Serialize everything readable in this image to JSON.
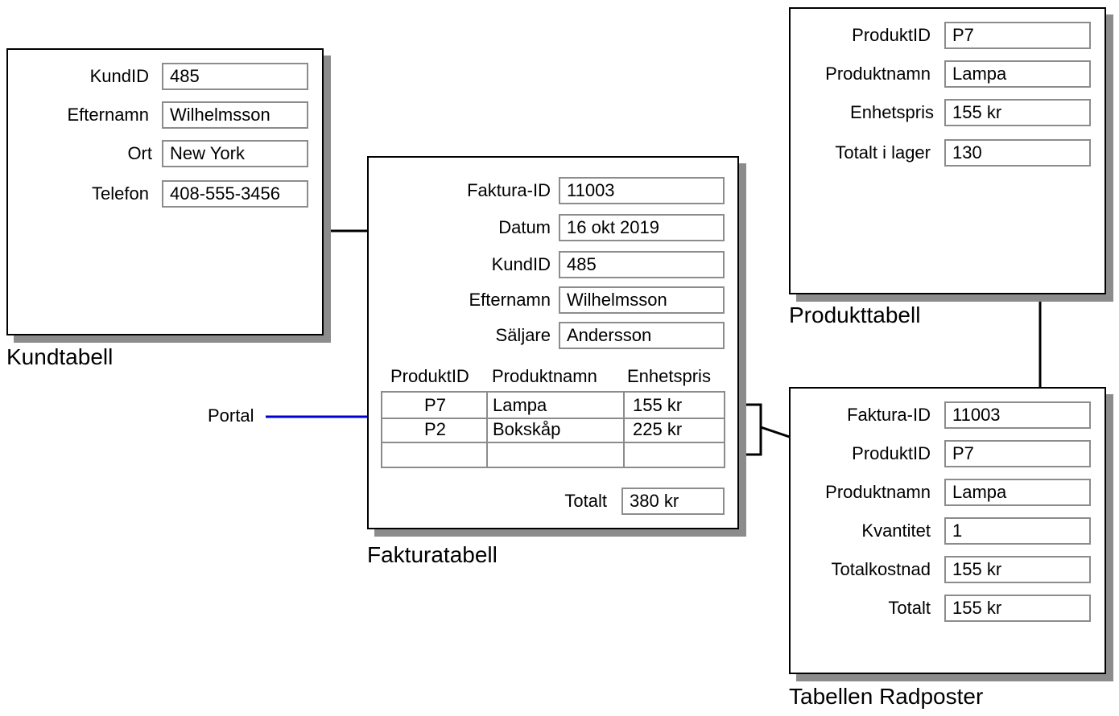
{
  "kundtabell": {
    "caption": "Kundtabell",
    "fields": [
      {
        "label": "KundID",
        "value": "485"
      },
      {
        "label": "Efternamn",
        "value": "Wilhelmsson"
      },
      {
        "label": "Ort",
        "value": "New York"
      },
      {
        "label": "Telefon",
        "value": "408-555-3456"
      }
    ]
  },
  "fakturatabell": {
    "caption": "Fakturatabell",
    "fields": [
      {
        "label": "Faktura-ID",
        "value": "11003"
      },
      {
        "label": "Datum",
        "value": "16 okt 2019"
      },
      {
        "label": "KundID",
        "value": "485"
      },
      {
        "label": "Efternamn",
        "value": "Wilhelmsson"
      },
      {
        "label": "Säljare",
        "value": "Andersson"
      }
    ],
    "portal": {
      "headers": [
        "ProduktID",
        "Produktnamn",
        "Enhetspris"
      ],
      "rows": [
        [
          "P7",
          "Lampa",
          "155 kr"
        ],
        [
          "P2",
          "Bokskåp",
          "225 kr"
        ],
        [
          "",
          "",
          ""
        ]
      ]
    },
    "total_label": "Totalt",
    "total_value": "380 kr"
  },
  "produkttabell": {
    "caption": "Produkttabell",
    "fields": [
      {
        "label": "ProduktID",
        "value": "P7"
      },
      {
        "label": "Produktnamn",
        "value": "Lampa"
      },
      {
        "label": "Enhetspris",
        "value": "155 kr"
      },
      {
        "label": "Totalt i lager",
        "value": "130"
      }
    ]
  },
  "radposter": {
    "caption": "Tabellen Radposter",
    "fields": [
      {
        "label": "Faktura-ID",
        "value": "11003"
      },
      {
        "label": "ProduktID",
        "value": "P7"
      },
      {
        "label": "Produktnamn",
        "value": "Lampa"
      },
      {
        "label": "Kvantitet",
        "value": "1"
      },
      {
        "label": "Totalkostnad",
        "value": "155 kr"
      },
      {
        "label": "Totalt",
        "value": "155 kr"
      }
    ]
  },
  "portal_label": "Portal",
  "colors": {
    "line": "#000000",
    "portal_line": "#0000cc",
    "field_border": "#8c8c8c",
    "shadow": "#8c8c8c"
  }
}
